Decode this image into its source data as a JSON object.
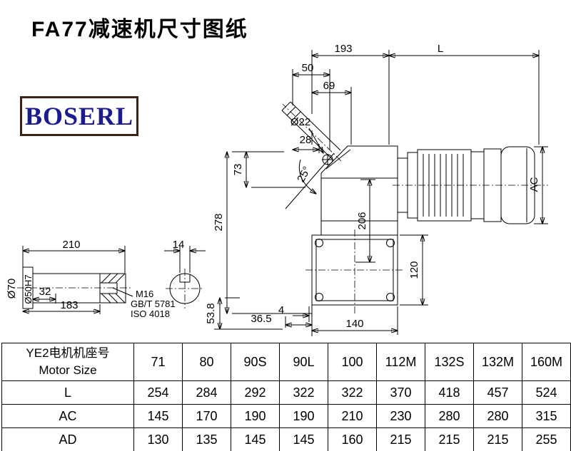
{
  "page": {
    "title": "FA77减速机尺寸图纸"
  },
  "logo": {
    "text": "BOSERL",
    "border_color": "#3a2418",
    "text_color": "#1b1b8e"
  },
  "drawing": {
    "dims": {
      "d193": "193",
      "dL": "L",
      "d50": "50",
      "d69": "69",
      "d22": "Ø22",
      "d28": "28",
      "d73": "73",
      "d25": "25°",
      "d278": "278",
      "d206": "206",
      "dAC": "AC",
      "d120": "120",
      "d4": "4",
      "d36_5": "36.5",
      "d140": "140",
      "d53_8": "53.8",
      "d210": "210",
      "d14": "14",
      "d70": "Ø70",
      "d50h7": "Ø50H7",
      "d32": "32",
      "d183": "183",
      "m16": "M16",
      "gbt": "GB/T 5781",
      "iso": "ISO 4018"
    }
  },
  "table": {
    "header": {
      "title_cn": "YE2电机机座号",
      "title_en": "Motor Size",
      "sizes": [
        "71",
        "80",
        "90S",
        "90L",
        "100",
        "112M",
        "132S",
        "132M",
        "160M"
      ]
    },
    "rows": [
      {
        "label": "L",
        "values": [
          "254",
          "284",
          "292",
          "322",
          "322",
          "370",
          "418",
          "457",
          "524"
        ]
      },
      {
        "label": "AC",
        "values": [
          "145",
          "170",
          "190",
          "190",
          "210",
          "230",
          "280",
          "280",
          "315"
        ]
      },
      {
        "label": "AD",
        "values": [
          "130",
          "135",
          "145",
          "145",
          "160",
          "215",
          "215",
          "215",
          "255"
        ]
      }
    ]
  }
}
